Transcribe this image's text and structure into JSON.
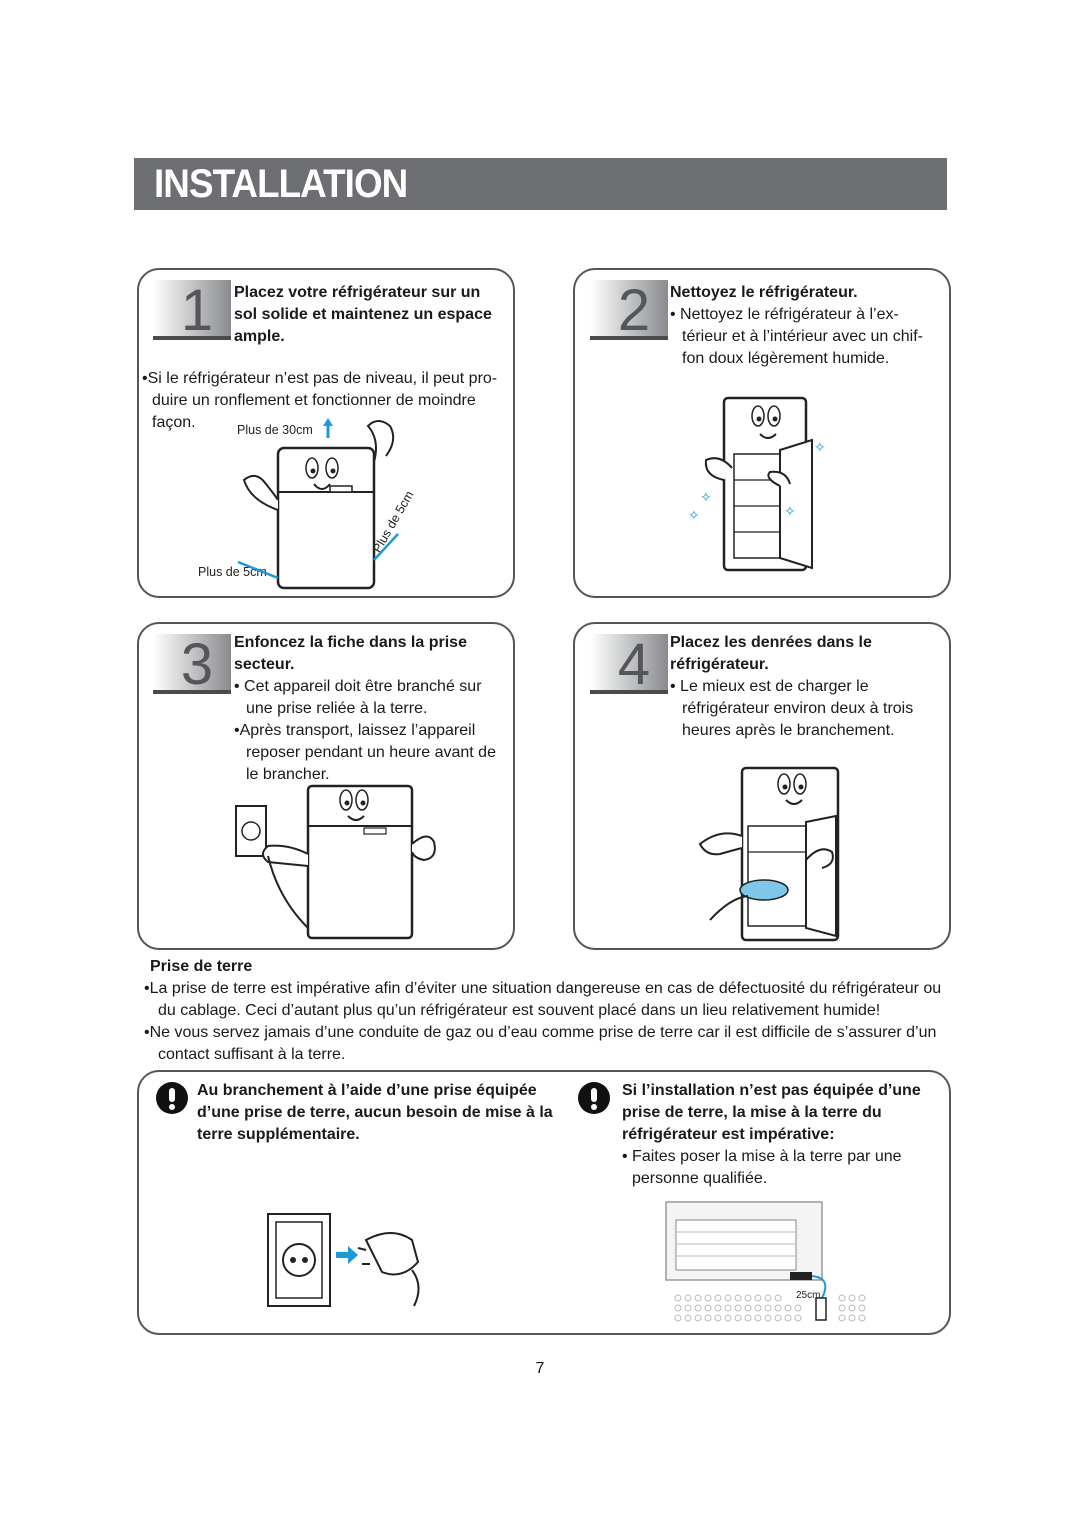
{
  "title": "INSTALLATION",
  "steps": [
    {
      "number": "1",
      "heading": [
        "Placez votre réfrigérateur sur un",
        "sol solide et maintenez un espace",
        "ample."
      ],
      "body": [
        "•Si le réfrigérateur n’est pas de niveau, il peut pro-",
        "duire un ronflement et fonctionner de moindre",
        "façon."
      ],
      "labels": {
        "top": "Plus de 30cm",
        "left": "Plus de 5cm",
        "right": "Plus de 5cm"
      }
    },
    {
      "number": "2",
      "heading": [
        "Nettoyez le réfrigérateur."
      ],
      "body": [
        "• Nettoyez le réfrigérateur à l’ex-",
        "térieur et à l’intérieur avec un chif-",
        "fon doux légèrement humide."
      ]
    },
    {
      "number": "3",
      "heading": [
        "Enfoncez la fiche dans la prise",
        "secteur."
      ],
      "body": [
        "• Cet appareil doit être branché sur",
        "une prise reliée à la terre.",
        "•Après transport, laissez l’appareil",
        "reposer pendant un heure avant de",
        "le brancher."
      ]
    },
    {
      "number": "4",
      "heading": [
        "Placez les denrées dans le",
        "réfrigérateur."
      ],
      "body": [
        "• Le mieux est de charger le",
        "réfrigérateur environ deux à trois",
        "heures après le branchement."
      ]
    }
  ],
  "ground": {
    "heading": "Prise de terre",
    "bullets": [
      [
        "•La prise de terre est impérative afin d’éviter une situation dangereuse en cas de défectuosité du réfrigérateur ou",
        "du cablage. Ceci d’autant plus qu’un réfrigérateur est souvent placé dans un lieu relativement humide!"
      ],
      [
        "•Ne vous servez jamais d’une conduite de gaz ou d’eau comme prise de terre car il est difficile de s’assurer d’un",
        "contact suffisant à la terre."
      ]
    ]
  },
  "warnings": [
    {
      "heading": [
        "Au branchement à l’aide d’une prise équipée",
        "d’une prise de terre, aucun besoin de mise à la",
        "terre supplémentaire."
      ],
      "body": []
    },
    {
      "heading": [
        "Si l’installation n’est pas équipée d’une",
        "prise de terre, la mise à la terre du",
        "réfrigérateur est impérative:"
      ],
      "body": [
        "• Faites poser la mise à la terre par une",
        "personne qualifiée."
      ],
      "label": "25cm"
    }
  ],
  "page_number": "7",
  "colors": {
    "title_bar": "#6d6e71",
    "accent_blue": "#1a9ad6",
    "box_border": "#55565a"
  }
}
